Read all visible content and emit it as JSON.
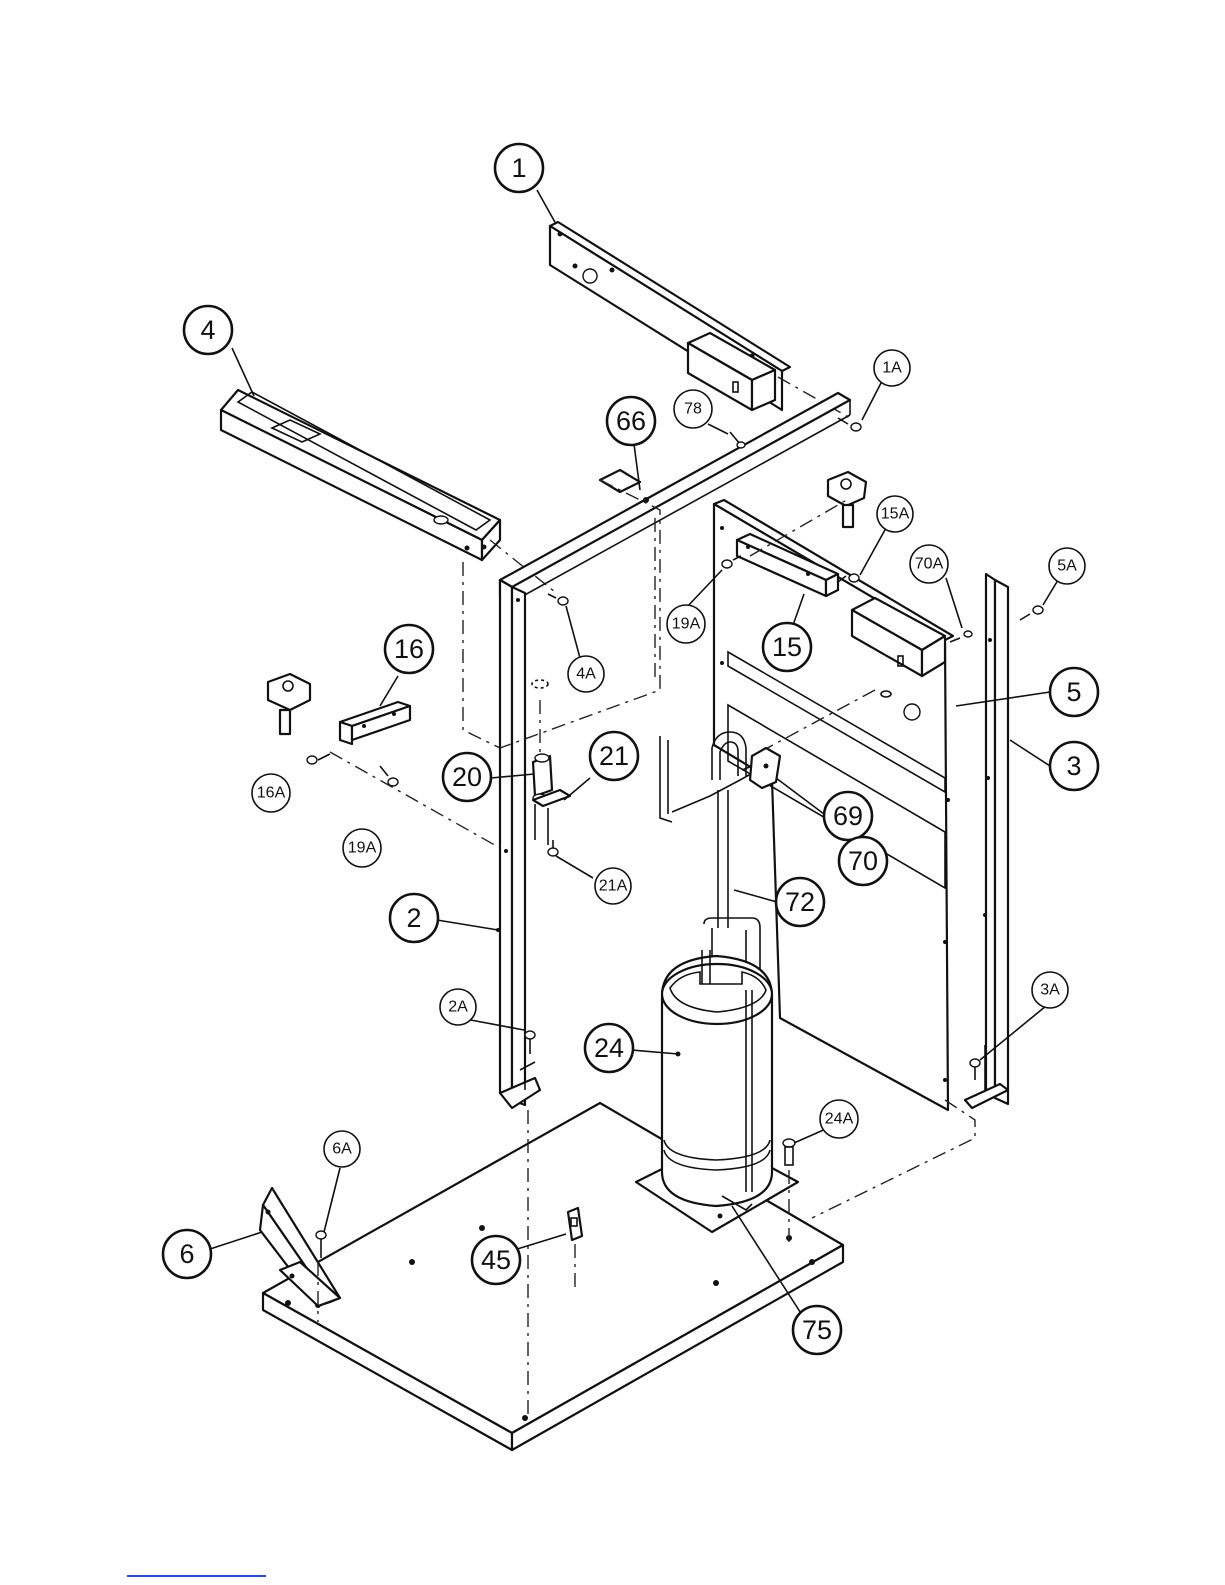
{
  "callouts": {
    "c1": "1",
    "c1A": "1A",
    "c2": "2",
    "c2A": "2A",
    "c3": "3",
    "c3A": "3A",
    "c4": "4",
    "c4A": "4A",
    "c5": "5",
    "c5A": "5A",
    "c6": "6",
    "c6A": "6A",
    "c15": "15",
    "c15A": "15A",
    "c16": "16",
    "c16A": "16A",
    "c19A_top": "19A",
    "c19A_left": "19A",
    "c20": "20",
    "c21": "21",
    "c21A": "21A",
    "c24": "24",
    "c24A": "24A",
    "c45": "45",
    "c66": "66",
    "c69": "69",
    "c70": "70",
    "c70A": "70A",
    "c72": "72",
    "c75": "75",
    "c78": "78"
  }
}
